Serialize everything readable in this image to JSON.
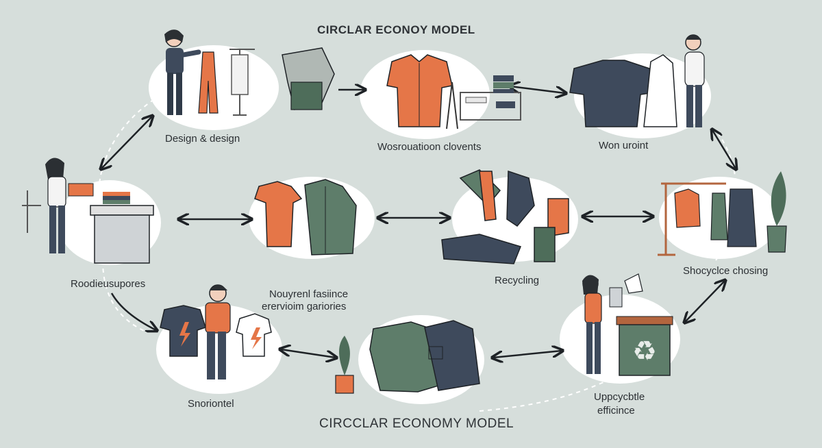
{
  "title_top": "CIRCLAR ECONOY MODEL",
  "title_bottom": "CIRCCLAR ECONOMY MODEL",
  "labels": {
    "design": "Design & design",
    "production": "Wosrouatioon clovents",
    "wear": "Won uroint",
    "retail": "Roodieusupores",
    "fashion_line1": "Nouyrenl fasiince",
    "fashion_line2": "erervioim gariories",
    "recycling": "Recycling",
    "shopping": "Shocyclce chosing",
    "personal": "Snoriontel",
    "upcycle_line1": "Uppcycbtle",
    "upcycle_line2": "efficince"
  },
  "colors": {
    "background": "#d6dedb",
    "orange": "#e57648",
    "green": "#5e7d6a",
    "navy": "#3e4a5c",
    "bubble": "#ffffff",
    "arrow": "#1e2226"
  },
  "icons": [
    "recycle-icon",
    "lightning-icon"
  ]
}
